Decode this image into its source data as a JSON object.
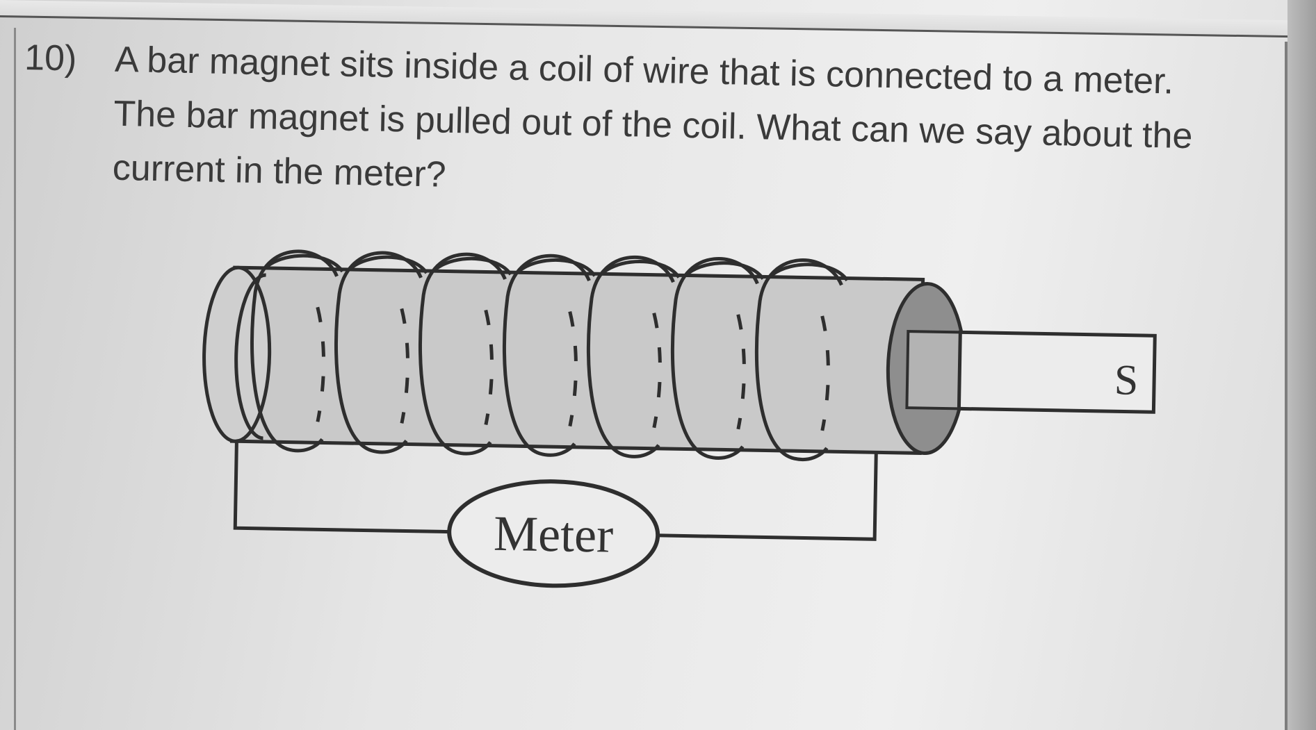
{
  "question": {
    "number": "10)",
    "lines": [
      "A bar magnet sits inside a coil of wire that is connected to a meter.",
      "The bar magnet is pulled out of the coil. What can we say about the",
      "current in the meter?"
    ]
  },
  "diagram": {
    "magnet_pole_label": "S",
    "meter_label": "Meter",
    "coil_loop_count": 7
  }
}
